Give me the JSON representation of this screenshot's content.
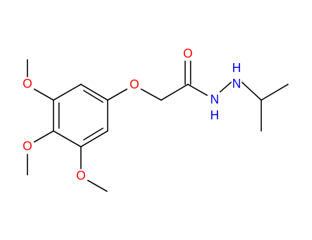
{
  "molecule": {
    "atoms": {
      "o_meo_top": "O",
      "o_meo_mid": "O",
      "o_meo_bot": "O",
      "o_ether": "O",
      "o_carbonyl": "O",
      "n_amide": "N",
      "h_amide": "H",
      "n_iso": "N",
      "h_iso": "H"
    },
    "colors": {
      "oxygen": "#ff0000",
      "nitrogen": "#0000ff",
      "bond": "#000000",
      "background": "#ffffff"
    }
  }
}
